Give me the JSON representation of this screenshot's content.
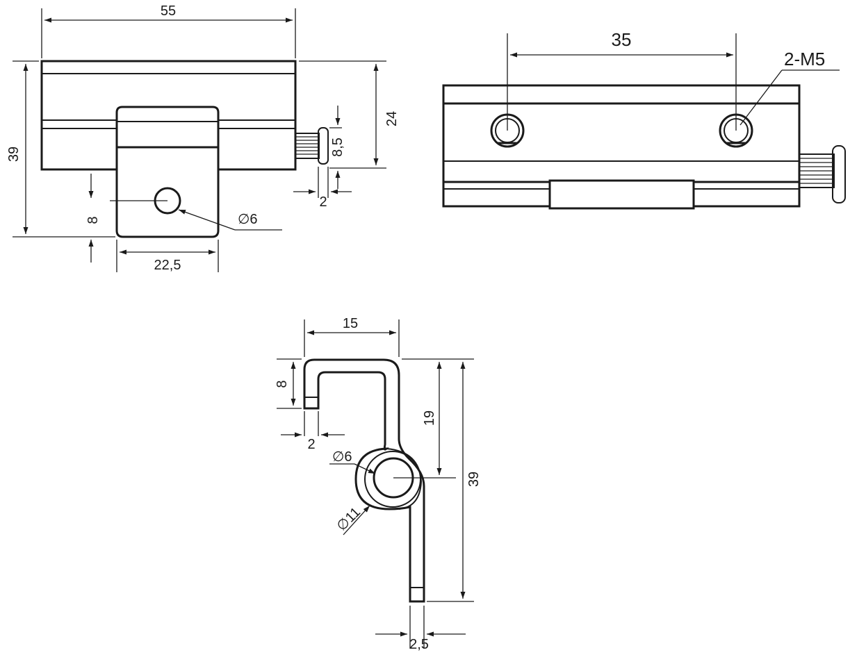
{
  "dims": {
    "v1_width": "55",
    "v1_height": "39",
    "v1_top": "24",
    "v1_pin": "8,5",
    "v1_pin_gap": "2",
    "v1_hole_offset": "8",
    "v1_hole_dia": "∅6",
    "v1_leaf_width": "22,5",
    "v2_hole_spacing": "35",
    "v2_thread": "2-M5",
    "v3_width": "15",
    "v3_hook": "8",
    "v3_hook_gap": "2",
    "v3_height_19": "19",
    "v3_height_39": "39",
    "v3_bore": "∅6",
    "v3_outer": "∅11",
    "v3_thickness": "2,5"
  }
}
